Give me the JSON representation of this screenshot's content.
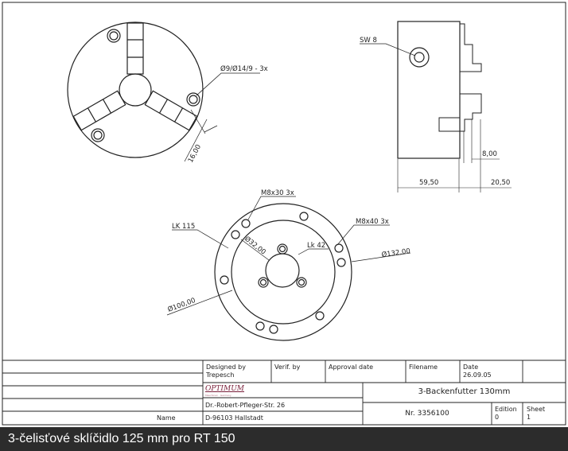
{
  "front_view": {
    "hole_label": "Ø9/Ø14/9 - 3x",
    "jaw_width": "16,00"
  },
  "side_view": {
    "wrench_label": "SW 8",
    "dim_step": "8,00",
    "dim_body": "59,50",
    "dim_jaw": "20,50"
  },
  "back_view": {
    "thread_a": "M8x30 3x",
    "thread_b": "M8x40 3x",
    "bolt_circle_outer": "LK 115",
    "bolt_circle_inner": "Lk 42",
    "bore": "Ø32,00",
    "outer_dia": "Ø132,00",
    "spigot_dia": "Ø100,00"
  },
  "title_block": {
    "name_label": "Name",
    "designed_by_label": "Designed by",
    "designer": "Trepesch",
    "verif_label": "Verif. by",
    "approval_label": "Approval date",
    "filename_label": "Filename",
    "date_label": "Date",
    "date": "26.09.05",
    "company": "OPTIMUM",
    "company_sub": "Maschinen · Germany",
    "street": "Dr.-Robert-Pfleger-Str. 26",
    "city": "D-96103 Hallstadt",
    "title": "3-Backenfutter 130mm",
    "number": "Nr. 3356100",
    "edition_label": "Edition",
    "edition": "0",
    "sheet_label": "Sheet",
    "sheet": "1"
  },
  "caption": "3-čelisťové sklíčidlo 125 mm pro RT 150"
}
